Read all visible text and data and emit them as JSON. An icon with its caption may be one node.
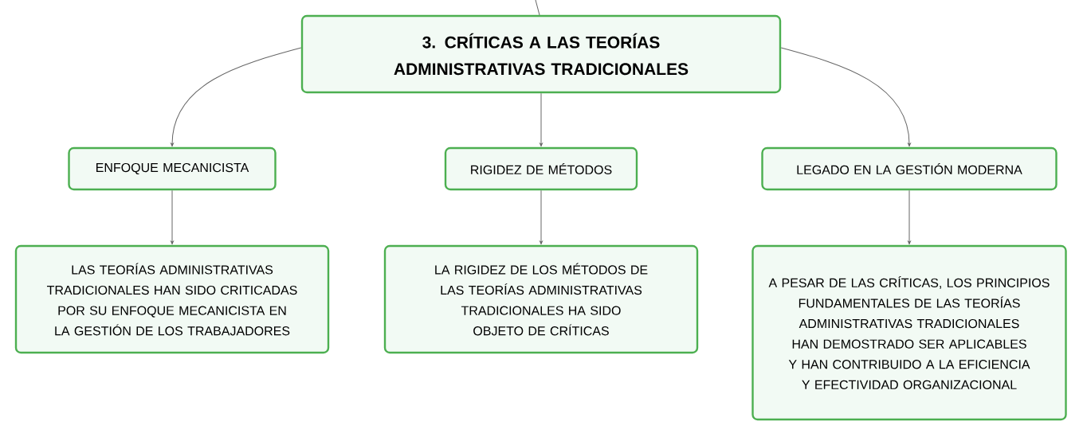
{
  "diagram": {
    "nodes": [
      {
        "text": [
          "3. CRÍTICAS A LAS TEORÍAS ADMINISTRATIVAS TRADICIONALES"
        ]
      },
      {
        "text": [
          "ENFOQUE MECANICISTA"
        ]
      },
      {
        "text": [
          "RIGIDEZ DE MÉTODOS"
        ]
      },
      {
        "text": [
          "LEGADO EN LA GESTIÓN MODERNA"
        ]
      },
      {
        "text": [
          "LAS TEORÍAS ADMINISTRATIVAS TRADICIONALES HAN SIDO CRITICADAS POR SU ENFOQUE MECANICISTA EN LA GESTIÓN DE LOS TRABAJADORES"
        ]
      },
      {
        "text": [
          "LA RIGIDEZ DE LOS MÉTODOS DE LAS TEORÍAS ADMINISTRATIVAS TRADICIONALES HA SIDO OBJETO DE CRÍTICAS"
        ]
      },
      {
        "text": [
          "A PESAR DE LAS CRÍTICAS, LOS PRINCIPIOS FUNDAMENTALES DE LAS TEORÍAS ADMINISTRATIVAS TRADICIONALES HAN DEMOSTRADO SER APLICABLES Y HAN CONTRIBUIDO A LA EFICIENCIA Y EFECTIVIDAD ORGANIZACIONAL"
        ]
      }
    ],
    "edges": [
      {
        "from": null,
        "to": 0,
        "arrow": "none"
      },
      {
        "from": 0,
        "to": 1,
        "arrow": "to"
      },
      {
        "from": 0,
        "to": 2,
        "arrow": "to"
      },
      {
        "from": 0,
        "to": 3,
        "arrow": "to"
      },
      {
        "from": 1,
        "to": 4,
        "arrow": "to"
      },
      {
        "from": 2,
        "to": 5,
        "arrow": "to"
      },
      {
        "from": 3,
        "to": 6,
        "arrow": "to"
      }
    ]
  }
}
